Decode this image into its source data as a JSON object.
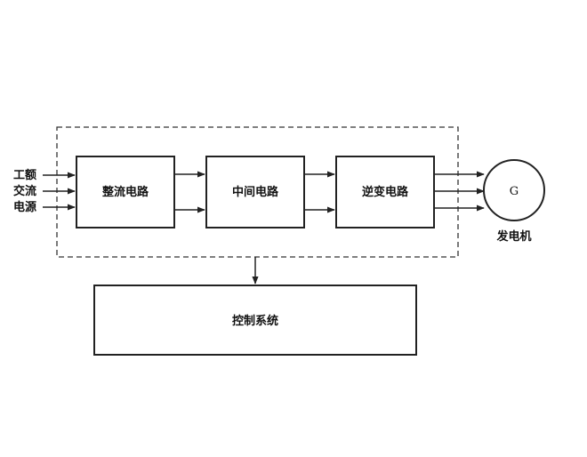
{
  "input_labels": [
    "工额",
    "交流",
    "电源"
  ],
  "blocks": {
    "rectifier": "整流电路",
    "intermediate": "中间电路",
    "inverter": "逆变电路",
    "control": "控制系统"
  },
  "generator": {
    "symbol": "G",
    "label": "发电机"
  }
}
